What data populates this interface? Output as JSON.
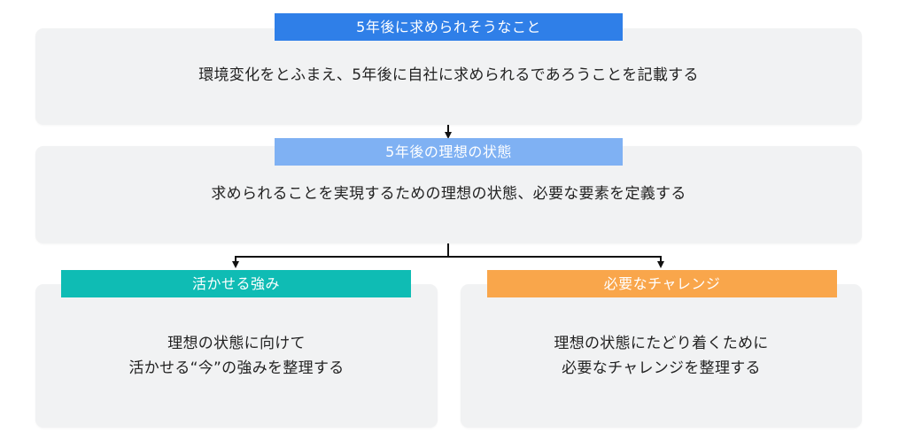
{
  "sections": {
    "top": {
      "title": "5年後に求められそうなこと",
      "description": "環境変化をとふまえ、5年後に自社に求められるであろうことを記載する",
      "color": "#2f7fe8"
    },
    "middle": {
      "title": "5年後の理想の状態",
      "description": "求められることを実現するための理想の状態、必要な要素を定義する",
      "color": "#7fb1f3"
    },
    "left": {
      "title": "活かせる強み",
      "description_line1": "理想の状態に向けて",
      "description_line2": "活かせる“今”の強みを整理する",
      "color": "#0fbcb4"
    },
    "right": {
      "title": "必要なチャレンジ",
      "description_line1": "理想の状態にたどり着くために",
      "description_line2": "必要なチャレンジを整理する",
      "color": "#f9a64b"
    }
  },
  "colors": {
    "card_background": "#f1f2f3",
    "connector": "#111111",
    "text": "#222222"
  }
}
